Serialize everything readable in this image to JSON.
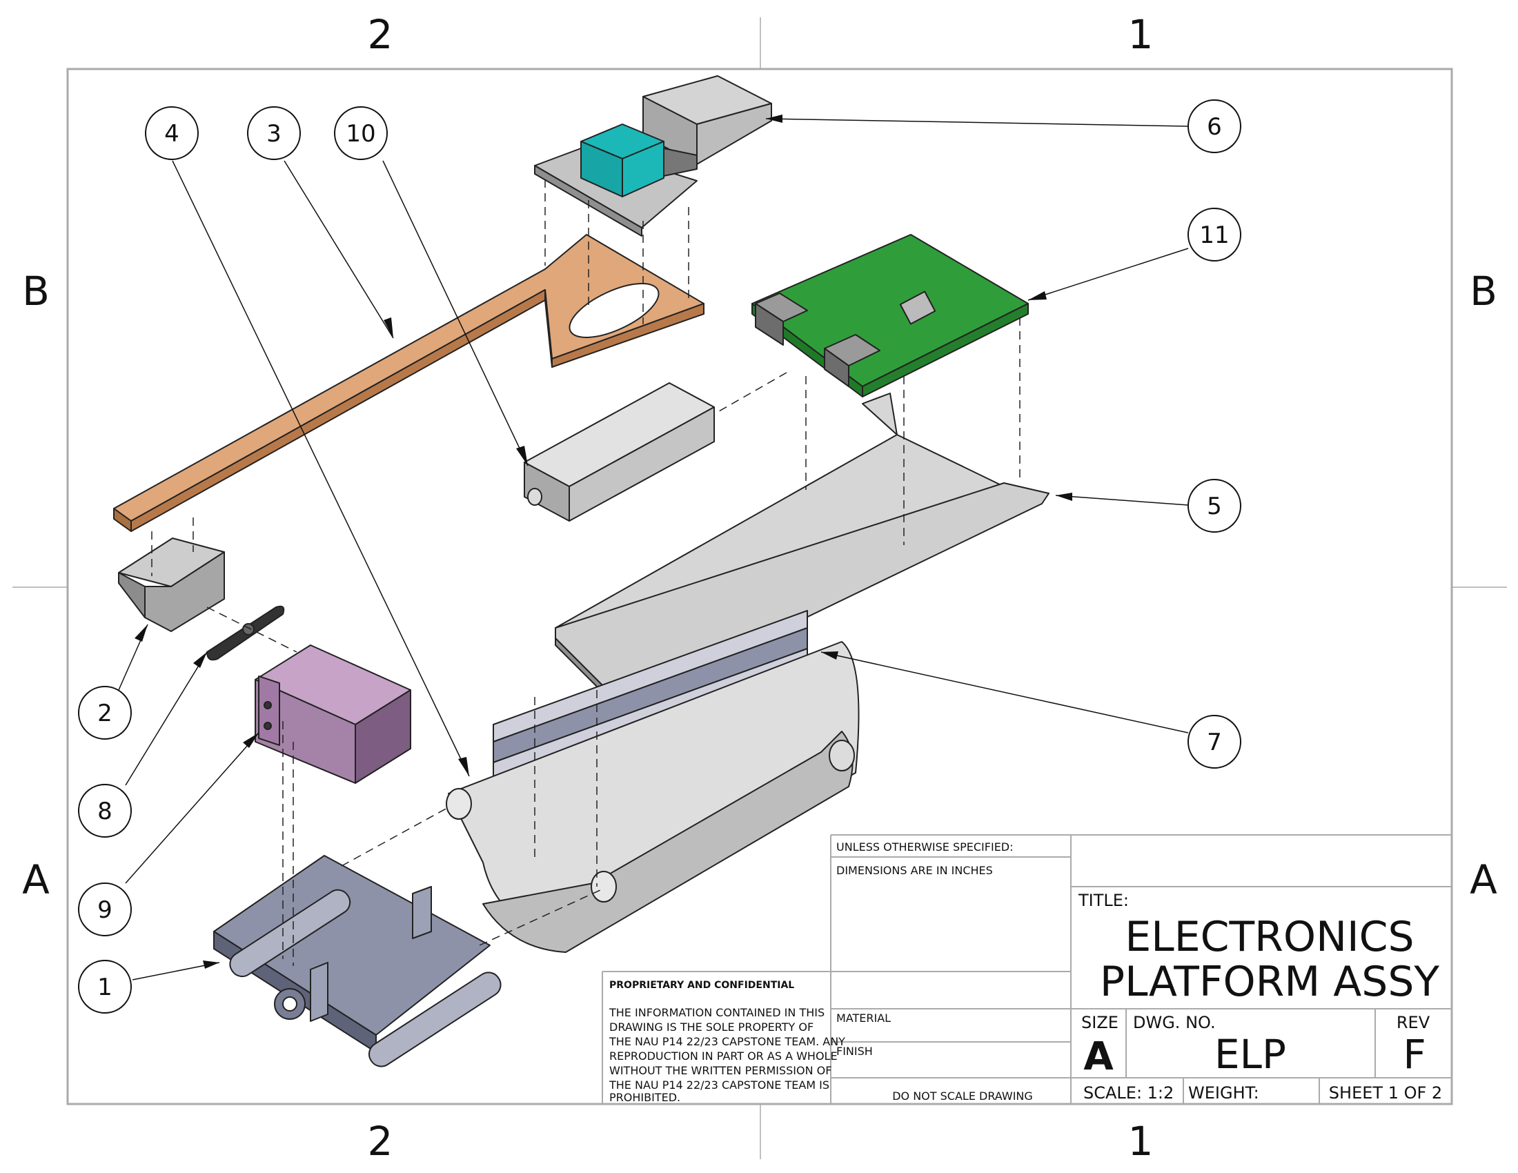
{
  "zones": {
    "top": [
      "2",
      "1"
    ],
    "bottom": [
      "2",
      "1"
    ],
    "left": [
      "B",
      "A"
    ],
    "right": [
      "B",
      "A"
    ]
  },
  "balloons": [
    "1",
    "2",
    "3",
    "4",
    "5",
    "6",
    "7",
    "8",
    "9",
    "10",
    "11"
  ],
  "parts": {
    "platform_color": "#c9c9c9",
    "arm_color": "#c98d5e",
    "servo_color": "#a583a8",
    "small_servo_color": "#1cb8b8",
    "board_color": "#2f9e3a",
    "mount_color": "#8e92a8"
  },
  "title_block": {
    "unless_specified": "UNLESS OTHERWISE SPECIFIED:",
    "dimensions": "DIMENSIONS ARE IN INCHES",
    "proprietary_heading": "PROPRIETARY AND CONFIDENTIAL",
    "proprietary_lines": [
      "THE INFORMATION CONTAINED IN THIS",
      "DRAWING IS THE SOLE PROPERTY OF",
      "THE NAU P14 22/23 CAPSTONE TEAM.  ANY",
      "REPRODUCTION IN PART OR AS A WHOLE",
      "WITHOUT THE WRITTEN PERMISSION OF",
      "THE NAU P14 22/23 CAPSTONE TEAM IS",
      "PROHIBITED."
    ],
    "material": "MATERIAL",
    "finish": "FINISH",
    "do_not_scale": "DO NOT SCALE DRAWING",
    "title_label": "TITLE:",
    "title_line1": "ELECTRONICS",
    "title_line2": "PLATFORM ASSY",
    "size_label": "SIZE",
    "size_value": "A",
    "dwg_label": "DWG.  NO.",
    "dwg_value": "ELP",
    "rev_label": "REV",
    "rev_value": "F",
    "scale": "SCALE: 1:2",
    "weight": "WEIGHT:",
    "sheet": "SHEET 1 OF 2"
  }
}
